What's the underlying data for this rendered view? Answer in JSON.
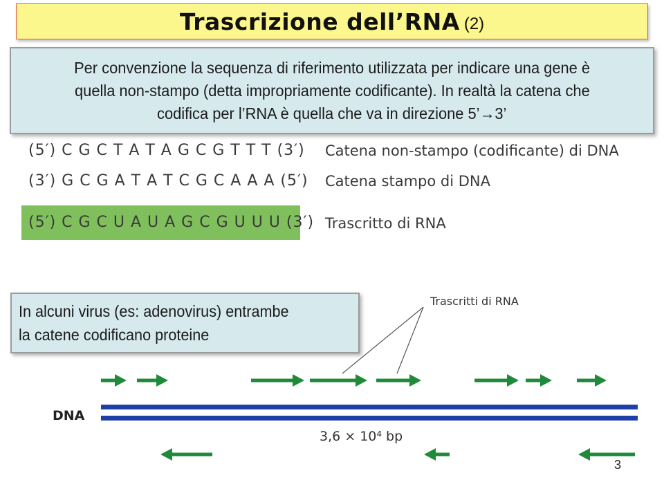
{
  "slide": {
    "title": "Trascrizione dell’RNA",
    "title_suffix": "(2)",
    "page_number": "3"
  },
  "intro": {
    "lines": [
      "Per convenzione la sequenza di riferimento utilizzata per  indicare una gene è",
      "quella non-stampo (detta impropriamente codificante). In realtà la catena che",
      "codifica per l’RNA è quella che va in direzione 5’→3’"
    ]
  },
  "sequences": [
    {
      "sequence": "(5′) C G C T A T A G C G T T T (3′)",
      "label": "Catena non-stampo (codificante) di DNA"
    },
    {
      "sequence": "(3′) G C G A T A T C G C A A A (5′)",
      "label": "Catena stampo di DNA"
    },
    {
      "sequence": "(5′) C G C U A U A G C G U U U (3′)",
      "label": "Trascritto di RNA",
      "highlight_color": "#7fbf5c"
    }
  ],
  "virus_note": {
    "lines": [
      "In alcuni virus (es: adenovirus) entrambe",
      "la catene codificano proteine"
    ]
  },
  "genome_diagram": {
    "dna_label": "DNA",
    "transcripts_label": "Trascritti di RNA",
    "length_label": "3,6 × 10⁴ bp",
    "dna_color": "#1f3fa8",
    "arrow_color": "#1f8a3a"
  }
}
